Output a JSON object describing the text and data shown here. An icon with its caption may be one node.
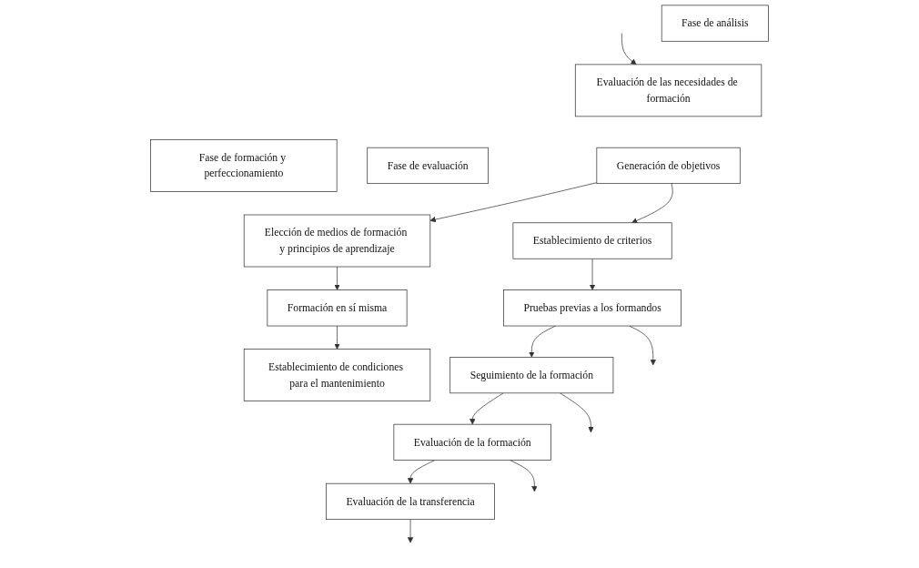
{
  "diagram": {
    "nodes": [
      {
        "text": [
          "Fase de análisis"
        ]
      },
      {
        "text": [
          "Fase de formación y perfeccionamiento"
        ]
      },
      {
        "text": [
          "Fase de evaluación"
        ]
      },
      {
        "text": [
          "Evaluación de las necesidades de formación"
        ]
      },
      {
        "text": [
          "Generación de objetivos"
        ]
      },
      {
        "text": [
          "Establecimiento de criterios"
        ]
      },
      {
        "text": [
          "Elección de medios de formación y principios de aprendizaje"
        ]
      },
      {
        "text": [
          "Pruebas previas a los formandos"
        ]
      },
      {
        "text": [
          "Formación en sí misma"
        ]
      },
      {
        "text": [
          "Seguimiento de la formación"
        ]
      },
      {
        "text": [
          "Establecimiento de condiciones para el mantenimiento"
        ]
      },
      {
        "text": [
          "Evaluación de la formación"
        ]
      },
      {
        "text": [
          "Evaluación de la transferencia"
        ]
      }
    ],
    "edges": [
      {
        "from": null,
        "to": 3,
        "arrow": "to"
      },
      {
        "from": 4,
        "to": 5,
        "arrow": "to"
      },
      {
        "from": 4,
        "to": 6,
        "arrow": "to"
      },
      {
        "from": 5,
        "to": 7,
        "arrow": "to"
      },
      {
        "from": 6,
        "to": 8,
        "arrow": "to"
      },
      {
        "from": 7,
        "to": null,
        "arrow": "to"
      },
      {
        "from": 7,
        "to": 9,
        "arrow": "to"
      },
      {
        "from": 8,
        "to": 10,
        "arrow": "to"
      },
      {
        "from": 9,
        "to": null,
        "arrow": "to"
      },
      {
        "from": 9,
        "to": 11,
        "arrow": "to"
      },
      {
        "from": 11,
        "to": null,
        "arrow": "to"
      },
      {
        "from": 11,
        "to": 12,
        "arrow": "to"
      },
      {
        "from": 12,
        "to": null,
        "arrow": "to"
      }
    ]
  }
}
